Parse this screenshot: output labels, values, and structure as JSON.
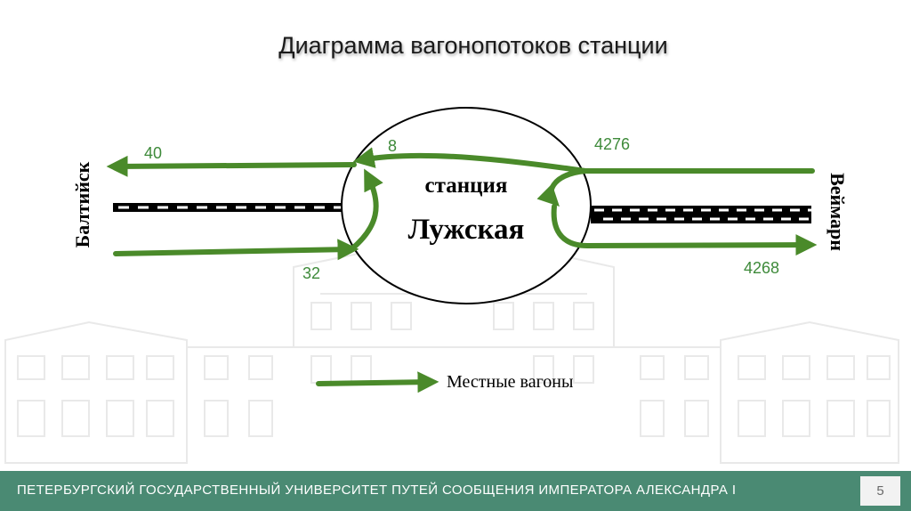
{
  "slide": {
    "title": "Диаграмма  вагонопотоков станции",
    "footer": "ПЕТЕРБУРГСКИЙ ГОСУДАРСТВЕННЫЙ УНИВЕРСИТЕТ ПУТЕЙ СООБЩЕНИЯ ИМПЕРАТОРА АЛЕКСАНДРА I",
    "page_number": "5"
  },
  "diagram": {
    "station_word": "станция",
    "station_name": "Лужская",
    "left_label": "Балтийск",
    "right_label": "Веймарн",
    "flows": {
      "to_baltiysk": "40",
      "local_left": "8",
      "from_baltiysk": "32",
      "from_veimarn": "4276",
      "to_veimarn": "4268"
    },
    "legend_label": "Местные вагоны"
  },
  "colors": {
    "arrow": "#4a8a2a",
    "flow_label": "#3e8a3a",
    "footer_bg": "#4a8a73"
  }
}
